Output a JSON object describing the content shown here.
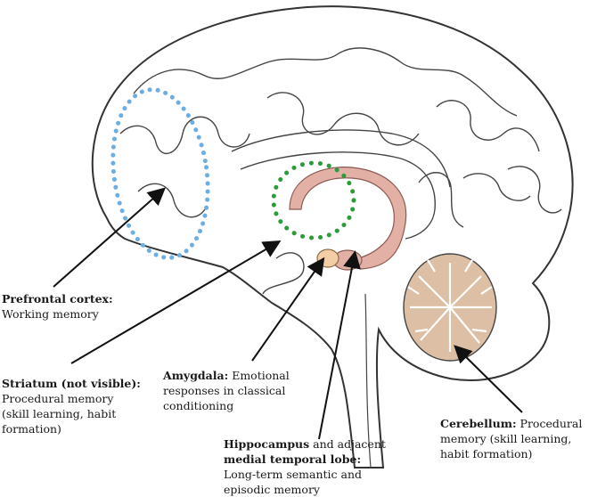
{
  "labels": {
    "prefrontal": {
      "title": "Prefrontal cortex:",
      "lines": [
        "Working memory"
      ]
    },
    "striatum": {
      "title": "Striatum (not visible):",
      "lines": [
        "Procedural memory",
        "(skill learning, habit",
        "formation)"
      ]
    },
    "amygdala": {
      "title": "Amygdala:",
      "title_rest": " Emotional",
      "lines": [
        "responses in classical",
        "conditioning"
      ]
    },
    "hippocampus": {
      "title": "Hippocampus",
      "title_rest": " and adjacent",
      "title2": "medial temporal lobe:",
      "lines": [
        "Long-term semantic and",
        "episodic memory"
      ]
    },
    "cerebellum": {
      "title": "Cerebellum:",
      "title_rest": " Procedural",
      "lines": [
        "memory (skill learning,",
        "habit formation)"
      ]
    }
  },
  "colors": {
    "outline": "#333333",
    "prefrontal_marker": "#6aaee3",
    "striatum_marker": "#2a9d3a",
    "hippocampus_fill": "#e3b0a6",
    "amygdala_fill": "#f3cda6",
    "cerebellum_fill": "#dcbfa4"
  }
}
